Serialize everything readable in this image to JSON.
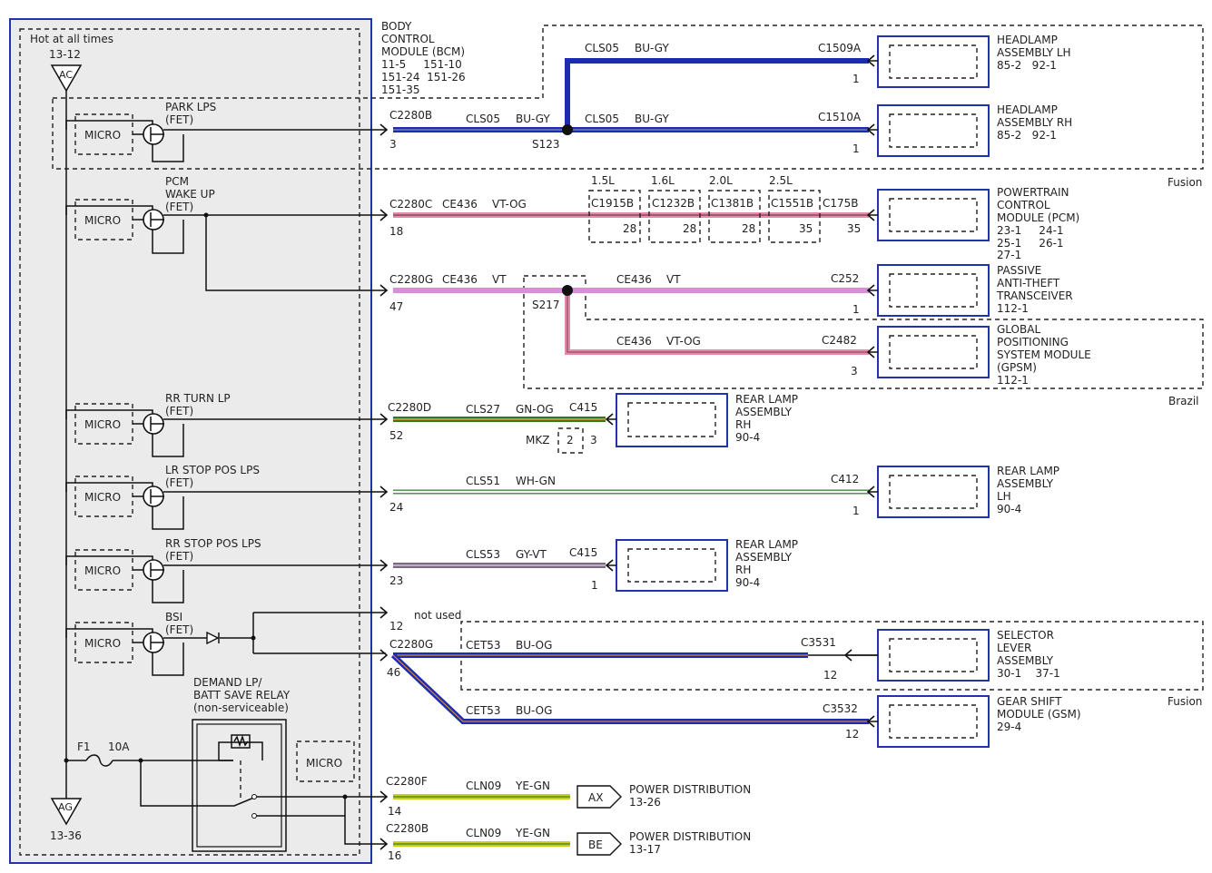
{
  "bcm": {
    "title": [
      "BODY",
      "CONTROL",
      "MODULE (BCM)",
      "11-5     151-10",
      "151-24  151-26",
      "151-35"
    ],
    "hot_at_all_times": "Hot at all times",
    "ac_ref": "13-12",
    "ac_label": "AC",
    "ag_label": "AG",
    "ag_ref": "13-36",
    "fuse_label": "F1",
    "fuse_rating": "10A",
    "micro": "MICRO",
    "relay_label": [
      "DEMAND LP/",
      "BATT SAVE RELAY",
      "(non-serviceable)"
    ]
  },
  "drivers": [
    {
      "l1": "PARK LPS",
      "l2": "(FET)"
    },
    {
      "l1": "PCM",
      "l2": "WAKE UP",
      "l3": "(FET)"
    },
    {
      "l1": "RR TURN LP",
      "l2": "(FET)"
    },
    {
      "l1": "LR STOP POS LPS",
      "l2": "(FET)"
    },
    {
      "l1": "RR STOP POS LPS",
      "l2": "(FET)"
    },
    {
      "l1": "BSI",
      "l2": "(FET)"
    }
  ],
  "connectors": {
    "park": {
      "name": "C2280B",
      "pin": "3"
    },
    "pcm": {
      "name": "C2280C",
      "pin": "18"
    },
    "pats": {
      "name": "C2280G",
      "pin": "47"
    },
    "rrturn": {
      "name": "C2280D",
      "pin": "52"
    },
    "lrstop": {
      "pin": "24"
    },
    "rrstop": {
      "pin": "23"
    },
    "notused": {
      "pin": "12",
      "label": "not used"
    },
    "sel": {
      "name": "C2280G",
      "pin": "46"
    },
    "pd1": {
      "name": "C2280F",
      "pin": "14"
    },
    "pd2": {
      "name": "C2280B",
      "pin": "16"
    }
  },
  "wires": {
    "hl_main": {
      "circuit": "CLS05",
      "color": "BU-GY"
    },
    "hl_lh": {
      "circuit": "CLS05",
      "color": "BU-GY",
      "conn": "C1509A",
      "pin": "1"
    },
    "hl_rh": {
      "circuit": "CLS05",
      "color": "BU-GY",
      "conn": "C1510A",
      "pin": "1"
    },
    "splice_s123": "S123",
    "pcm": {
      "circuit": "CE436",
      "color": "VT-OG",
      "conn": "C175B",
      "pin": "35"
    },
    "pats_main": {
      "circuit": "CE436",
      "color": "VT"
    },
    "pats": {
      "circuit": "CE436",
      "color": "VT",
      "conn": "C252",
      "pin": "1"
    },
    "splice_s217": "S217",
    "gpsm": {
      "circuit": "CE436",
      "color": "VT-OG",
      "conn": "C2482",
      "pin": "3"
    },
    "rrturn": {
      "circuit": "CLS27",
      "color": "GN-OG",
      "conn": "C415",
      "pin": "3"
    },
    "mkz": {
      "label": "MKZ",
      "pin": "2"
    },
    "lrstop": {
      "circuit": "CLS51",
      "color": "WH-GN",
      "conn": "C412",
      "pin": "1"
    },
    "rrstop": {
      "circuit": "CLS53",
      "color": "GY-VT",
      "conn": "C415",
      "pin": "1"
    },
    "sel": {
      "circuit": "CET53",
      "color": "BU-OG",
      "conn": "C3531",
      "pin": "12"
    },
    "gsm": {
      "circuit": "CET53",
      "color": "BU-OG",
      "conn": "C3532",
      "pin": "12"
    },
    "pd1": {
      "circuit": "CLN09",
      "color": "YE-GN",
      "tag": "AX"
    },
    "pd2": {
      "circuit": "CLN09",
      "color": "YE-GN",
      "tag": "BE"
    }
  },
  "inline": [
    {
      "eng": "1.5L",
      "conn": "C1915B",
      "pin": "28"
    },
    {
      "eng": "1.6L",
      "conn": "C1232B",
      "pin": "28"
    },
    {
      "eng": "2.0L",
      "conn": "C1381B",
      "pin": "28"
    },
    {
      "eng": "2.5L",
      "conn": "C1551B",
      "pin": "35"
    }
  ],
  "components": {
    "hl_lh": [
      "HEADLAMP",
      "ASSEMBLY LH",
      "85-2   92-1"
    ],
    "hl_rh": [
      "HEADLAMP",
      "ASSEMBLY RH",
      "85-2   92-1"
    ],
    "pcm": [
      "POWERTRAIN",
      "CONTROL",
      "MODULE (PCM)",
      "23-1     24-1",
      "25-1     26-1",
      "27-1"
    ],
    "pats": [
      "PASSIVE",
      "ANTI-THEFT",
      "TRANSCEIVER",
      "112-1"
    ],
    "gpsm": [
      "GLOBAL",
      "POSITIONING",
      "SYSTEM MODULE",
      "(GPSM)",
      "112-1"
    ],
    "rrturn": [
      "REAR LAMP",
      "ASSEMBLY",
      "RH",
      "90-4"
    ],
    "lrstop": [
      "REAR LAMP",
      "ASSEMBLY",
      "LH",
      "90-4"
    ],
    "rrstop": [
      "REAR LAMP",
      "ASSEMBLY",
      "RH",
      "90-4"
    ],
    "sel": [
      "SELECTOR",
      "LEVER",
      "ASSEMBLY",
      "30-1    37-1"
    ],
    "gsm": [
      "GEAR SHIFT",
      "MODULE (GSM)",
      "29-4"
    ],
    "pd1": [
      "POWER DISTRIBUTION",
      "13-26"
    ],
    "pd2": [
      "POWER DISTRIBUTION",
      "13-17"
    ]
  },
  "variants": {
    "fusion1": "Fusion",
    "brazil": "Brazil",
    "fusion2": "Fusion"
  },
  "colors": {
    "blue": "#1c2bb0",
    "pink": "#e48aa7",
    "violet": "#d98ed8",
    "green": "#2f7a1e",
    "wh_gn": "#3b8a3b",
    "gy_vt": "#7a6a82",
    "yellow": "#c9cf1a",
    "bcm_frame": "#2233aa",
    "bcm_fill": "#ebebeb"
  }
}
